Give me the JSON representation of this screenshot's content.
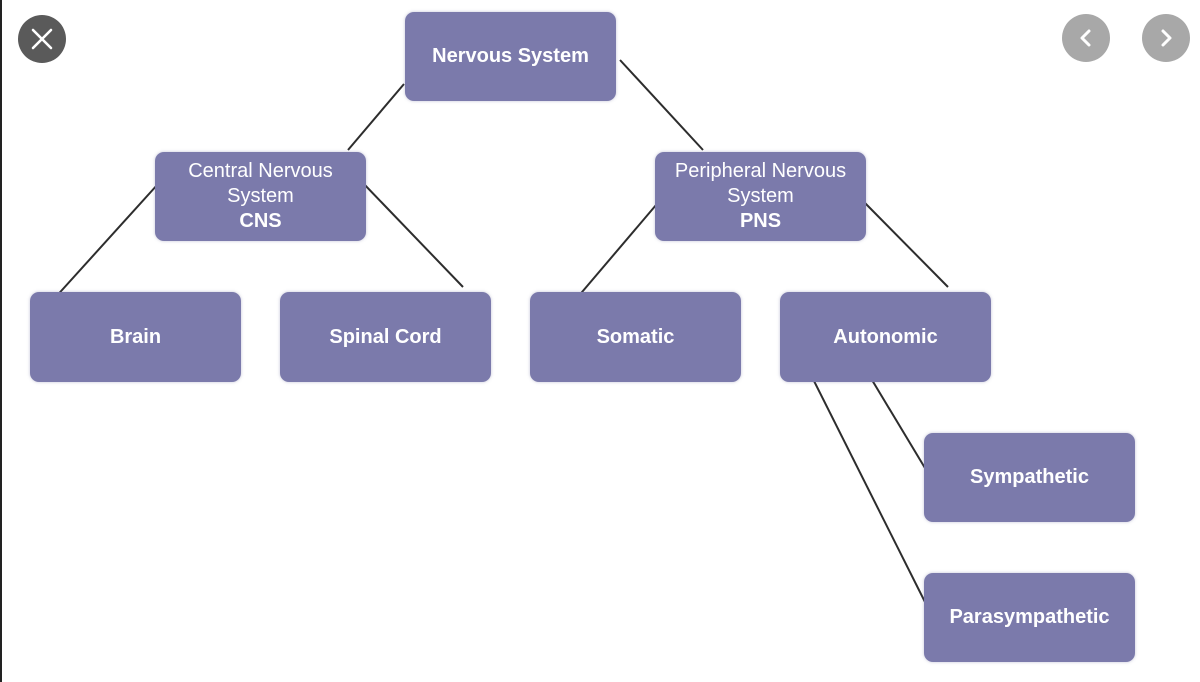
{
  "viewer": {
    "controls": {
      "close_icon": "close-icon",
      "prev_icon": "chevron-left-icon",
      "next_icon": "chevron-right-icon"
    }
  },
  "diagram": {
    "node_color": "#7b7aab",
    "text_color": "#ffffff",
    "line_color": "#2d2d2d",
    "nodes": {
      "nervous_system": {
        "label": "Nervous System"
      },
      "cns": {
        "line1": "Central Nervous",
        "line2": "System",
        "abbr": "CNS"
      },
      "pns": {
        "line1": "Peripheral Nervous",
        "line2": "System",
        "abbr": "PNS"
      },
      "brain": {
        "label": "Brain"
      },
      "spinal_cord": {
        "label": "Spinal Cord"
      },
      "somatic": {
        "label": "Somatic"
      },
      "autonomic": {
        "label": "Autonomic"
      },
      "sympathetic": {
        "label": "Sympathetic"
      },
      "parasympathetic": {
        "label": "Parasympathetic"
      }
    },
    "edges": [
      [
        "nervous_system",
        "cns"
      ],
      [
        "nervous_system",
        "pns"
      ],
      [
        "cns",
        "brain"
      ],
      [
        "cns",
        "spinal_cord"
      ],
      [
        "pns",
        "somatic"
      ],
      [
        "pns",
        "autonomic"
      ],
      [
        "autonomic",
        "sympathetic"
      ],
      [
        "autonomic",
        "parasympathetic"
      ]
    ]
  }
}
